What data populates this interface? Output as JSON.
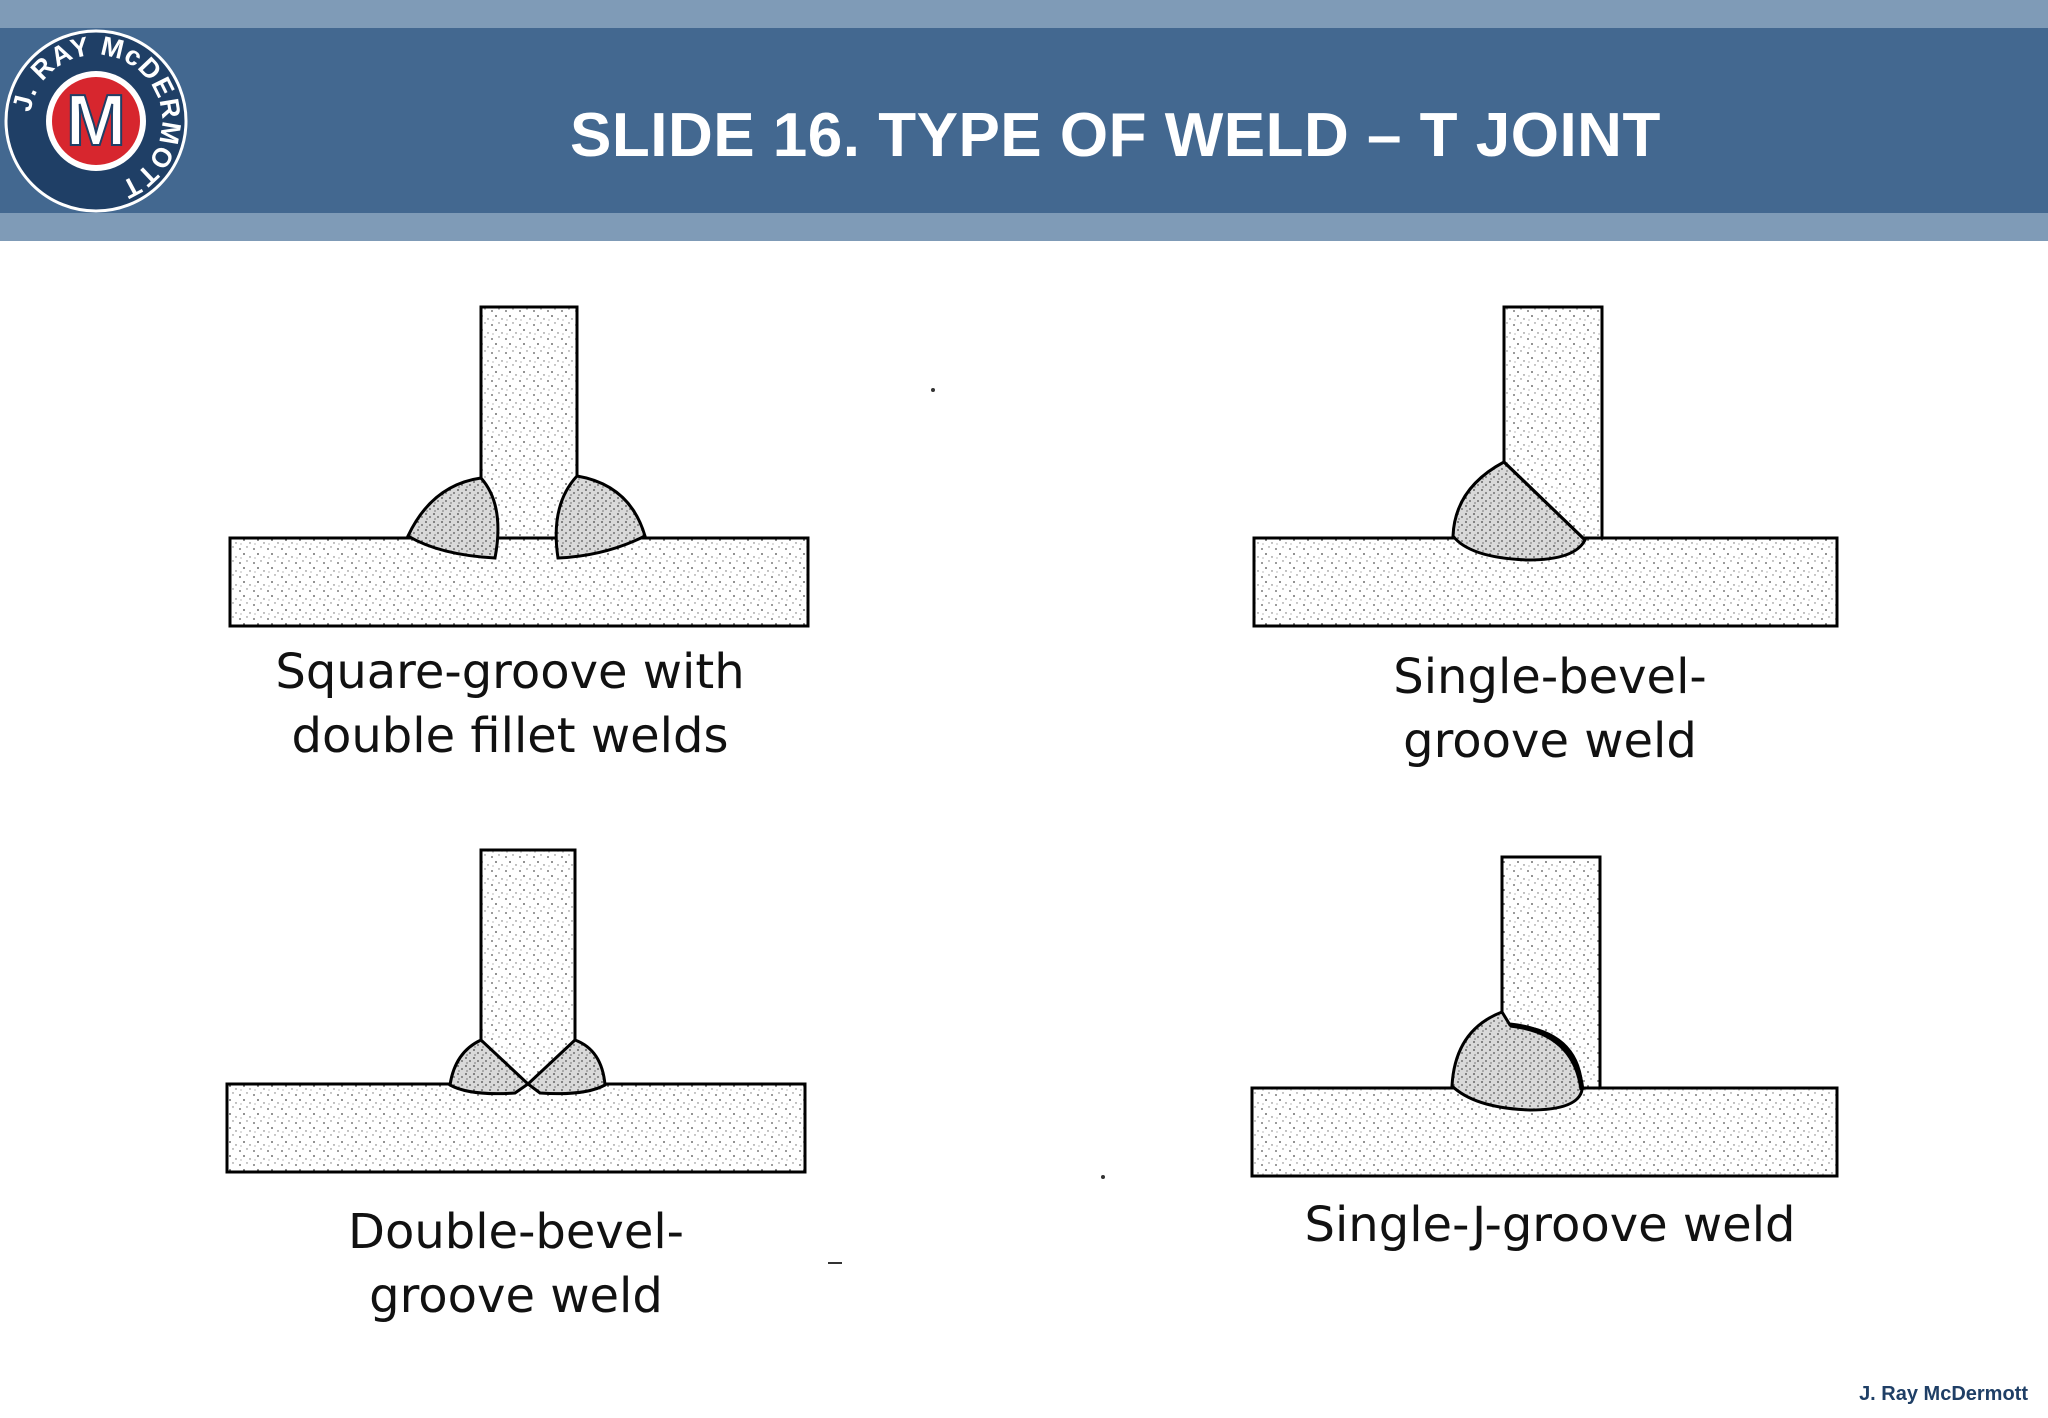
{
  "header": {
    "title": "SLIDE 16. TYPE OF WELD – T JOINT",
    "logo_ring_text": "J. RAY McDERMOTT",
    "logo_letter": "M",
    "band_color": "#436890",
    "stripe_color": "#7f9bb7"
  },
  "panels": [
    {
      "caption_line1": "Square-groove with",
      "caption_line2": "double fillet welds"
    },
    {
      "caption_line1": "Single-bevel-",
      "caption_line2": "groove weld"
    },
    {
      "caption_line1": "Double-bevel-",
      "caption_line2": "groove weld"
    },
    {
      "caption_line1": "Single-J-groove weld",
      "caption_line2": ""
    }
  ],
  "footer": {
    "text": "J. Ray McDermott"
  },
  "icons": {
    "logo": "mcdermott-logo-icon"
  }
}
